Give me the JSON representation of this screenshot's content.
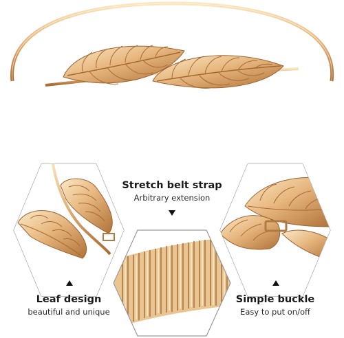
{
  "colors": {
    "gold_light": "#f7dfb4",
    "gold_mid": "#e2b27a",
    "gold_dark": "#a86a34",
    "frame": "#9a9a9a",
    "text": "#1a1a1a"
  },
  "features": {
    "stretch": {
      "title": "Stretch belt strap",
      "subtitle": "Arbitrary extension"
    },
    "leaf": {
      "title": "Leaf design",
      "subtitle": "beautiful and unique"
    },
    "buckle": {
      "title": "Simple buckle",
      "subtitle": "Easy to put on/off"
    }
  }
}
